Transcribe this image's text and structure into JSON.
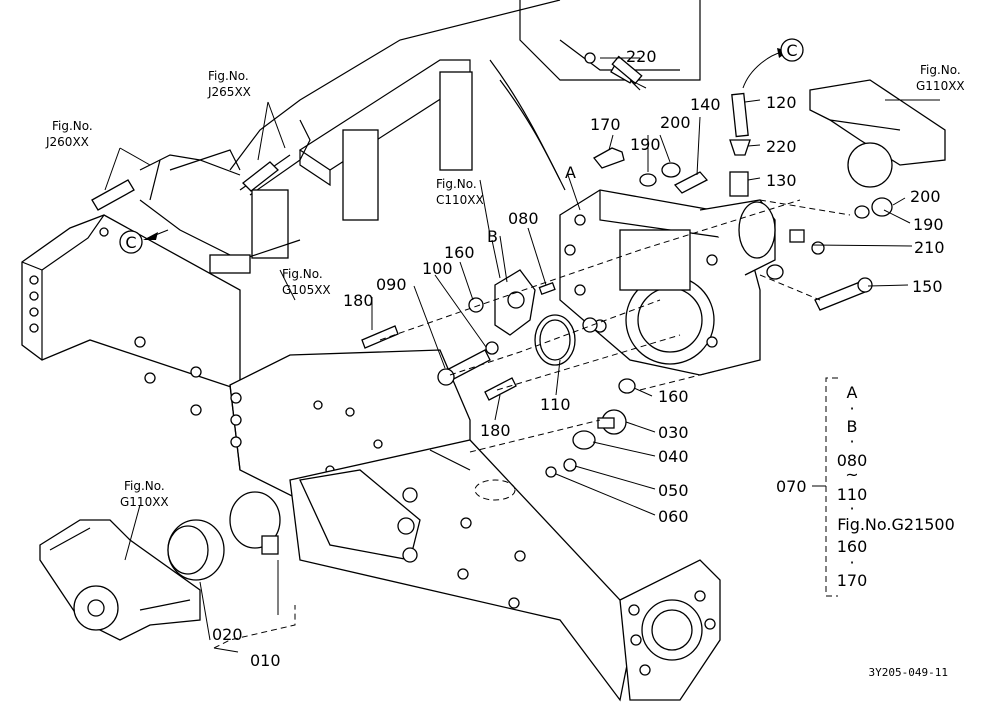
{
  "callouts": {
    "c010": "010",
    "c020": "020",
    "c030": "030",
    "c040": "040",
    "c050": "050",
    "c060": "060",
    "c070": "070",
    "c080": "080",
    "c090": "090",
    "c100": "100",
    "c110": "110",
    "c120": "120",
    "c130": "130",
    "c140": "140",
    "c150": "150",
    "c160a": "160",
    "c160b": "160",
    "c170": "170",
    "c180a": "180",
    "c180b": "180",
    "c190a": "190",
    "c190b": "190",
    "c200a": "200",
    "c200b": "200",
    "c210": "210",
    "c220a": "220",
    "c220b": "220"
  },
  "markers": {
    "a": "A",
    "b": "B",
    "c1": "C",
    "c2": "C"
  },
  "fig_refs": {
    "j260_label": "Fig.No.",
    "j260": "J260XX",
    "j265_label": "Fig.No.",
    "j265": "J265XX",
    "c110_label": "Fig.No.",
    "c110": "C110XX",
    "g105_label": "Fig.No.",
    "g105": "G105XX",
    "g110_right_label": "Fig.No.",
    "g110_right": "G110XX",
    "g110_left_label": "Fig.No.",
    "g110_left": "G110XX"
  },
  "kit_list": {
    "items": [
      "A",
      "·",
      "B",
      "·",
      "080",
      "~",
      "110",
      "·",
      "Fig.No.G21500",
      "160",
      "·",
      "170"
    ]
  },
  "drawing_code": "3Y205-049-11"
}
